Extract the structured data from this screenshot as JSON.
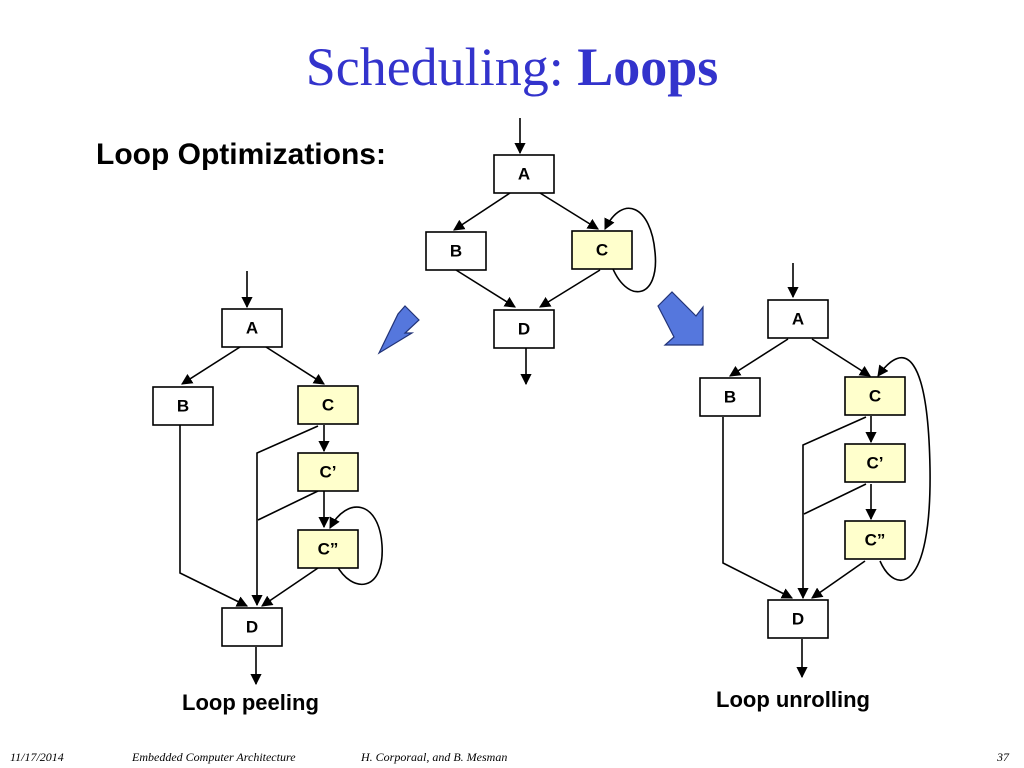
{
  "slide": {
    "title_plain": "Scheduling: ",
    "title_bold": "Loops",
    "subtitle": "Loop Optimizations:",
    "caption_peeling": "Loop peeling",
    "caption_unrolling": "Loop unrolling"
  },
  "footer": {
    "date": "11/17/2014",
    "course": "Embedded Computer Architecture",
    "authors": "H. Corporaal, and B. Mesman",
    "page": "37"
  },
  "colors": {
    "title": "#3333cc",
    "loop_node_fill": "#ffffcc",
    "node_fill": "#ffffff",
    "arrow_fill": "#5577dd"
  },
  "diagrams": {
    "original": {
      "nodes": [
        "A",
        "B",
        "C",
        "D"
      ]
    },
    "peeling": {
      "nodes": [
        "A",
        "B",
        "C",
        "C’",
        "C”",
        "D"
      ]
    },
    "unrolling": {
      "nodes": [
        "A",
        "B",
        "C",
        "C’",
        "C”",
        "D"
      ]
    }
  }
}
